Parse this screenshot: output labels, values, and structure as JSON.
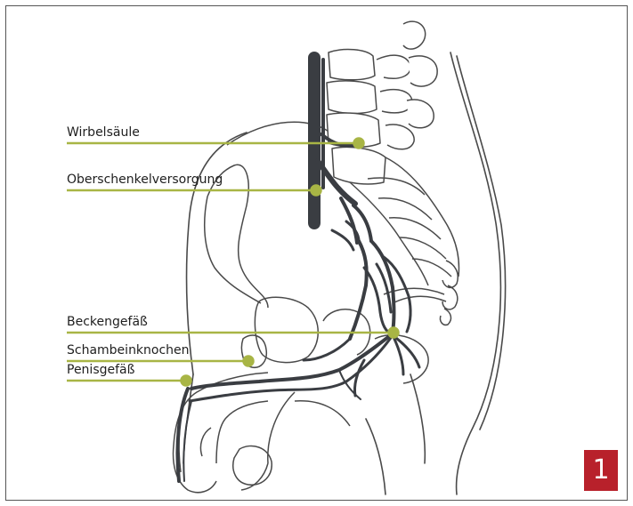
{
  "labels": {
    "spine": "Wirbelsäule",
    "thigh_supply": "Oberschenkelversorgung",
    "pelvic_vessel": "Beckengefäß",
    "pubic_bone": "Schambeinknochen",
    "penile_vessel": "Penisgefäß"
  },
  "figure_number": "1",
  "colors": {
    "leader_line": "#a8b545",
    "vessel": "#3a3d42",
    "outline": "#4a4a4a",
    "badge": "#b8212b"
  }
}
